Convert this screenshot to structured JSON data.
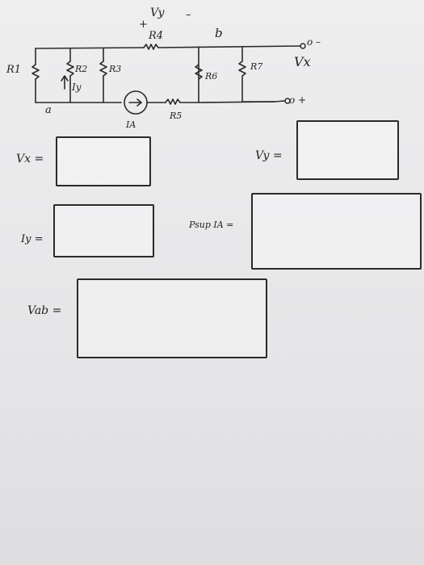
{
  "circuit": {
    "labels": {
      "vy_plus": "+",
      "vy": "Vy",
      "vy_minus": "–",
      "r4": "R4",
      "node_b": "b",
      "term_top": "o –",
      "vx": "Vx",
      "r1": "R1",
      "r2": "R2",
      "r3": "R3",
      "iy": "Iy",
      "r6": "R6",
      "r7": "R7",
      "term_bottom": "o +",
      "node_a": "a",
      "r5": "R5",
      "ia": "IA"
    }
  },
  "answers": {
    "vx_label": "Vx =",
    "vy_label": "Vy =",
    "iy_label": "Iy =",
    "psup_label": "Psup IA =",
    "vab_label": "Vab ="
  }
}
